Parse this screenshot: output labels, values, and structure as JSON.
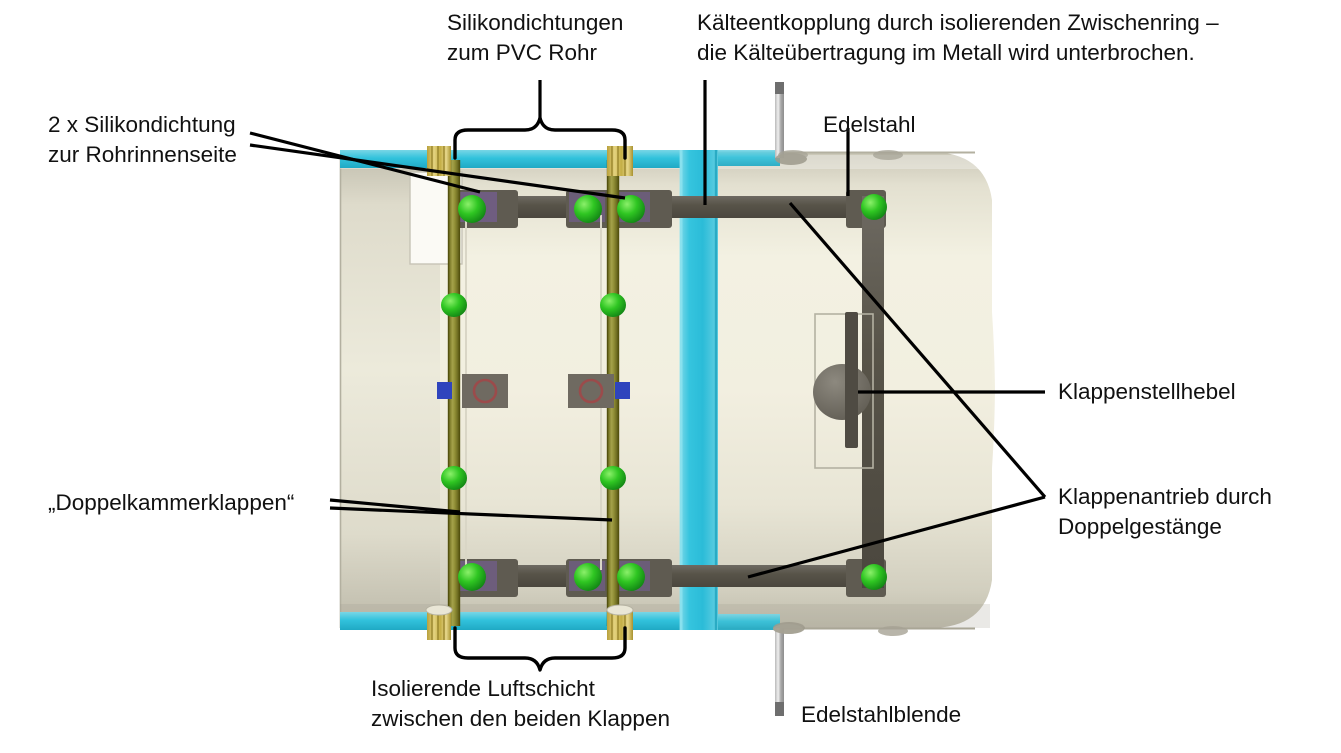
{
  "diagram": {
    "title_context": "Schnittdarstellung Doppelkammerklappe im PVC-Rohr",
    "labels": {
      "silikon_pvc": "Silikondichtungen\nzum PVC Rohr",
      "kaelteentkopplung": "Kälteentkopplung durch isolierenden Zwischenring –\ndie Kälteübertragung im Metall wird unterbrochen.",
      "edelstahl": "Edelstahl",
      "silikon_innen": "2 x Silikondichtung\nzur Rohrinnenseite",
      "doppelkammerklappen": "„Doppelkammerklappen“",
      "klappenstellhebel": "Klappenstellhebel",
      "klappenantrieb": "Klappenantrieb durch\nDoppelgestänge",
      "isolierende_luftschicht": "Isolierende Luftschicht\nzwischen den beiden Klappen",
      "edelstahlblende": "Edelstahlblende"
    },
    "colors": {
      "background": "#ffffff",
      "text": "#111111",
      "leader_line": "#000000",
      "pipe_body": "#efeddc",
      "pipe_body_shade": "#d6d3c3",
      "pipe_edge": "#b9b6a6",
      "intermediate_ring_cyan": "#3fc8e0",
      "intermediate_ring_cyan_dark": "#1fa9c4",
      "linkage_gray": "#5a5650",
      "seal_green": "#22b81f",
      "rod_olive": "#8c8a2a",
      "seal_gold": "#c9b447",
      "lever_gray": "#6e6a63",
      "accent_violet": "#7b5fa8",
      "accent_blue": "#3a52c8",
      "accent_red": "#9b4b4b",
      "stainless_gray": "#9a9a9a"
    },
    "parts": {
      "flap_left": "Klappe links",
      "flap_right": "Klappe rechts",
      "intermediate_ring": "isolierender Zwischenring",
      "lever": "Klappenstellhebel",
      "blind_rod_top": "Edelstahlblende oben",
      "blind_rod_bottom": "Edelstahlblende unten",
      "seal_count_inner": "2",
      "seal_nodes": "8"
    },
    "braces": {
      "top": "Klammer oben über den beiden Dichtungen",
      "bottom": "Klammer unten über der Luftschicht"
    }
  }
}
